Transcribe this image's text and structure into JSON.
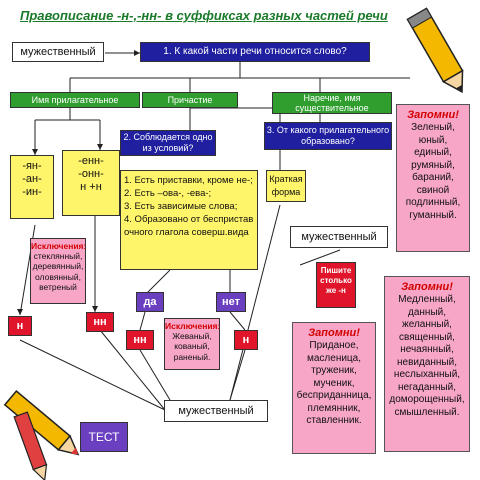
{
  "title": "Правописание -н-,-нн- в суффиксах разных частей речи",
  "start_word": "мужественный",
  "question1": "1. К какой части речи относится слово?",
  "categories": {
    "adjective": "Имя прилагательное",
    "participle": "Причастие",
    "adverb": "Наречие, имя существительное"
  },
  "adjective_suffixes_n": [
    "-ян-",
    "-ан-",
    "-ин-"
  ],
  "adjective_suffixes_nn": [
    "-енн-",
    "-онн-",
    "н +н"
  ],
  "exceptions_adj": {
    "title": "Исключения:",
    "words": [
      "стеклянный,",
      "деревянный,",
      "оловянный,",
      "ветреный"
    ]
  },
  "result_n_left": "н",
  "result_nn_left": "нн",
  "question2": "2. Соблюдается одно из условий?",
  "conditions": [
    "1. Есть приставки, кроме не-;",
    "2. Есть –ова-, -ева-;",
    "3. Есть зависимые слова;",
    "4. Образовано от беспристав очного глагола соверш.вида"
  ],
  "short_form": "Краткая форма",
  "yes": "да",
  "no": "нет",
  "result_nn_mid": "нн",
  "result_n_mid": "н",
  "exceptions_part": {
    "title": "Исключения:",
    "words": [
      "Жеваный,",
      "кованый,",
      "раненый."
    ]
  },
  "question3": "3. От какого прилагательного образовано?",
  "adverb_example": "мужественный",
  "write_as": "Пишите столько же -н",
  "bottom_word": "мужественный",
  "test_button": "ТЕСТ",
  "remember_top": {
    "title": "Запомни!",
    "words": [
      "Зеленый,",
      "юный,",
      "единый,",
      "румяный,",
      "бараний,",
      "свиной",
      "подлинный,",
      "гуманный."
    ]
  },
  "remember_mid": {
    "title": "Запомни!",
    "words": [
      "Приданое,",
      "масленица,",
      "труженик,",
      "мученик,",
      "бесприданница,",
      "племянник,",
      "ставленник."
    ]
  },
  "remember_right": {
    "title": "Запомни!",
    "words": [
      "Медленный,",
      "данный,",
      "желанный,",
      "священный,",
      "нечаянный,",
      "невиданный,",
      "неслыханный,",
      "негаданный,",
      "доморощенный,",
      "смышленный."
    ]
  },
  "colors": {
    "navy": "#1f1fa0",
    "green": "#2f9e2f",
    "yellow": "#fff56b",
    "pink": "#f7a6c8",
    "red": "#e0142a",
    "purple": "#6a3fc0"
  }
}
